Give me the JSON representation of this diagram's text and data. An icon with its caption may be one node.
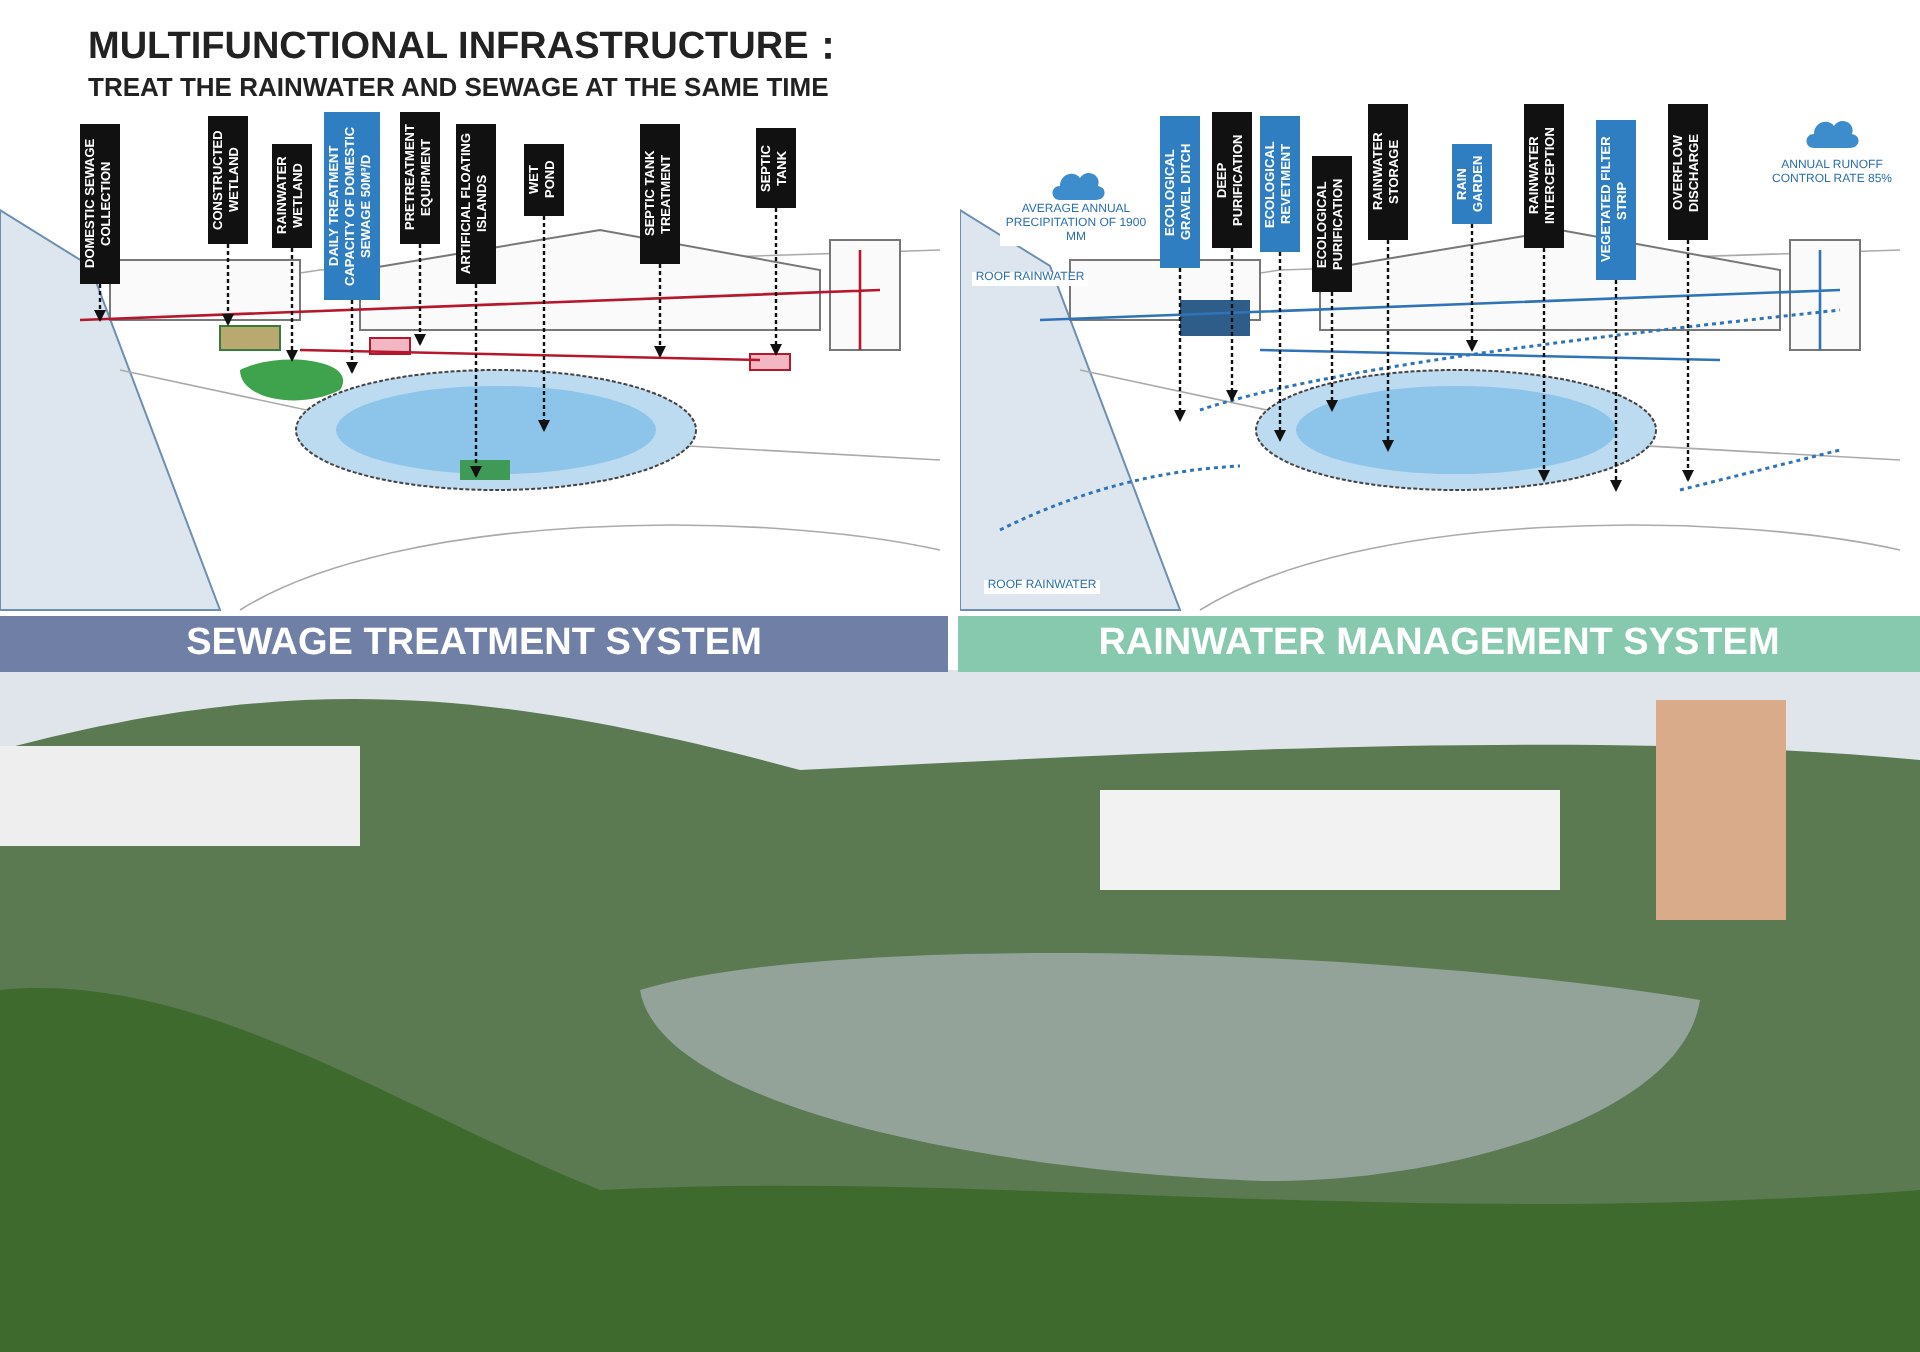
{
  "diagram": {
    "title": "MULTIFUNCTIONAL INFRASTRUCTURE：",
    "nodes": [
      {
        "text": [
          "DOMESTIC SEWAGE COLLECTION"
        ]
      },
      {
        "text": [
          "CONSTRUCTED WETLAND"
        ]
      },
      {
        "text": [
          "RAINWATER WETLAND"
        ]
      },
      {
        "text": [
          "DAILY TREATMENT CAPACITY OF DOMESTIC SEWAGE 50M³/D"
        ]
      },
      {
        "text": [
          "PRETREATMENT EQUIPMENT"
        ]
      },
      {
        "text": [
          "ARTIFICIAL FLOATING ISLANDS"
        ]
      },
      {
        "text": [
          "WET POND"
        ]
      },
      {
        "text": [
          "SEPTIC TANK TREATMENT"
        ]
      },
      {
        "text": [
          "SEPTIC TANK"
        ]
      },
      {
        "text": [
          "ECOLOGICAL GRAVEL DITCH"
        ]
      },
      {
        "text": [
          "DEEP PURIFICATION"
        ]
      },
      {
        "text": [
          "ECOLOGICAL REVETMENT"
        ]
      },
      {
        "text": [
          "ECOLOGICAL PURIFICATION"
        ]
      },
      {
        "text": [
          "RAINWATER STORAGE"
        ]
      },
      {
        "text": [
          "RAIN GARDEN"
        ]
      },
      {
        "text": [
          "RAINWATER INTERCEPTION"
        ]
      },
      {
        "text": [
          "VEGETATED FILTER STRIP"
        ]
      },
      {
        "text": [
          "OVERFLOW DISCHARGE"
        ]
      }
    ],
    "edges": [
      {
        "from": 0,
        "to": null,
        "arrow": "to",
        "style": "dashed"
      },
      {
        "from": 1,
        "to": null,
        "arrow": "to",
        "style": "dashed"
      },
      {
        "from": 2,
        "to": null,
        "arrow": "to",
        "style": "dashed"
      },
      {
        "from": 3,
        "to": null,
        "arrow": "to",
        "style": "dashed"
      },
      {
        "from": 4,
        "to": null,
        "arrow": "to",
        "style": "dashed"
      },
      {
        "from": 5,
        "to": null,
        "arrow": "to",
        "style": "dashed"
      },
      {
        "from": 6,
        "to": null,
        "arrow": "to",
        "style": "dashed"
      },
      {
        "from": 7,
        "to": null,
        "arrow": "to",
        "style": "dashed"
      },
      {
        "from": 8,
        "to": null,
        "arrow": "to",
        "style": "dashed"
      },
      {
        "from": 9,
        "to": null,
        "arrow": "to",
        "style": "dashed"
      },
      {
        "from": 10,
        "to": null,
        "arrow": "to",
        "style": "dashed"
      },
      {
        "from": 11,
        "to": null,
        "arrow": "to",
        "style": "dashed"
      },
      {
        "from": 12,
        "to": null,
        "arrow": "to",
        "style": "dashed"
      },
      {
        "from": 13,
        "to": null,
        "arrow": "to",
        "style": "dashed"
      },
      {
        "from": 14,
        "to": null,
        "arrow": "to",
        "style": "dashed"
      },
      {
        "from": 15,
        "to": null,
        "arrow": "to",
        "style": "dashed"
      },
      {
        "from": 16,
        "to": null,
        "arrow": "to",
        "style": "dashed"
      },
      {
        "from": 17,
        "to": null,
        "arrow": "to",
        "style": "dashed"
      }
    ],
    "labels": [
      "TREAT THE RAINWATER AND SEWAGE AT THE SAME TIME",
      "AVERAGE ANNUAL PRECIPITATION OF 1900 MM",
      "ANNUAL RUNOFF CONTROL RATE 85%",
      "ROOF RAINWATER",
      "ROOF RAINWATER",
      "SEWAGE TREATMENT SYSTEM",
      "RAINWATER MANAGEMENT SYSTEM"
    ]
  }
}
